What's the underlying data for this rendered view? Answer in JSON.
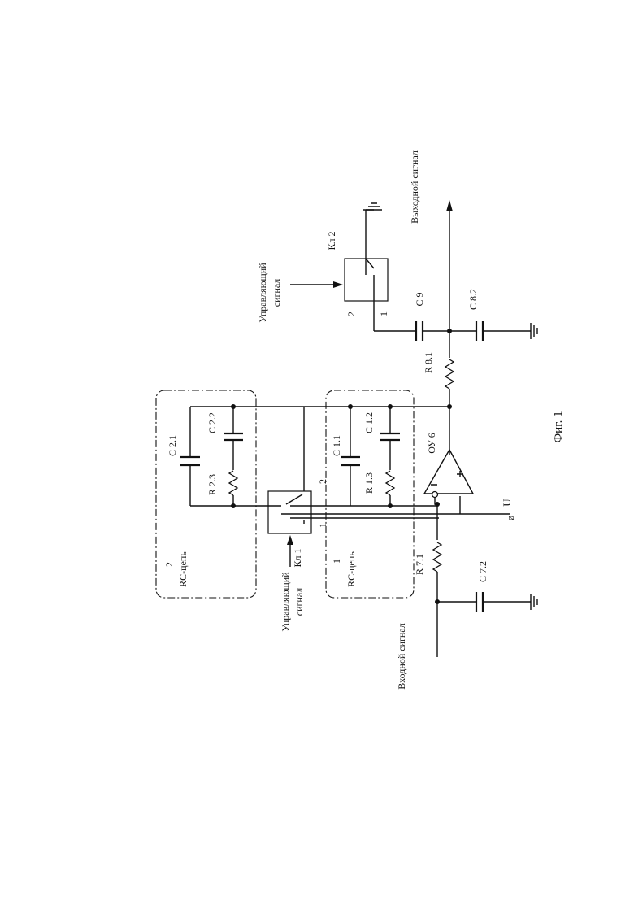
{
  "figure_caption": "Фиг. 1",
  "signals": {
    "input": "Входной сигнал",
    "output": "Выходной сигнал",
    "control_1": [
      "Управляющий",
      "сигнал"
    ],
    "control_2": [
      "Управляющий",
      "сигнал"
    ],
    "supply": "U"
  },
  "blocks": {
    "rc_chain_1": {
      "number": "1",
      "label": "RC-цепь"
    },
    "rc_chain_2": {
      "number": "2",
      "label": "RC-цепь"
    }
  },
  "switches": {
    "kl1": {
      "label": "Кл 1",
      "pin1": "1",
      "pin2": "2"
    },
    "kl2": {
      "label": "Кл 2",
      "pin1": "1",
      "pin2": "2"
    }
  },
  "amplifier": {
    "label": "ОУ 6"
  },
  "components": {
    "c21": "C 2.1",
    "c22": "C 2.2",
    "r23": "R 2.3",
    "c11": "C 1.1",
    "c12": "C 1.2",
    "r13": "R 1.3",
    "r71": "R 7.1",
    "c72": "C 7.2",
    "r81": "R 8.1",
    "c9": "C 9",
    "c82": "C 8.2"
  }
}
